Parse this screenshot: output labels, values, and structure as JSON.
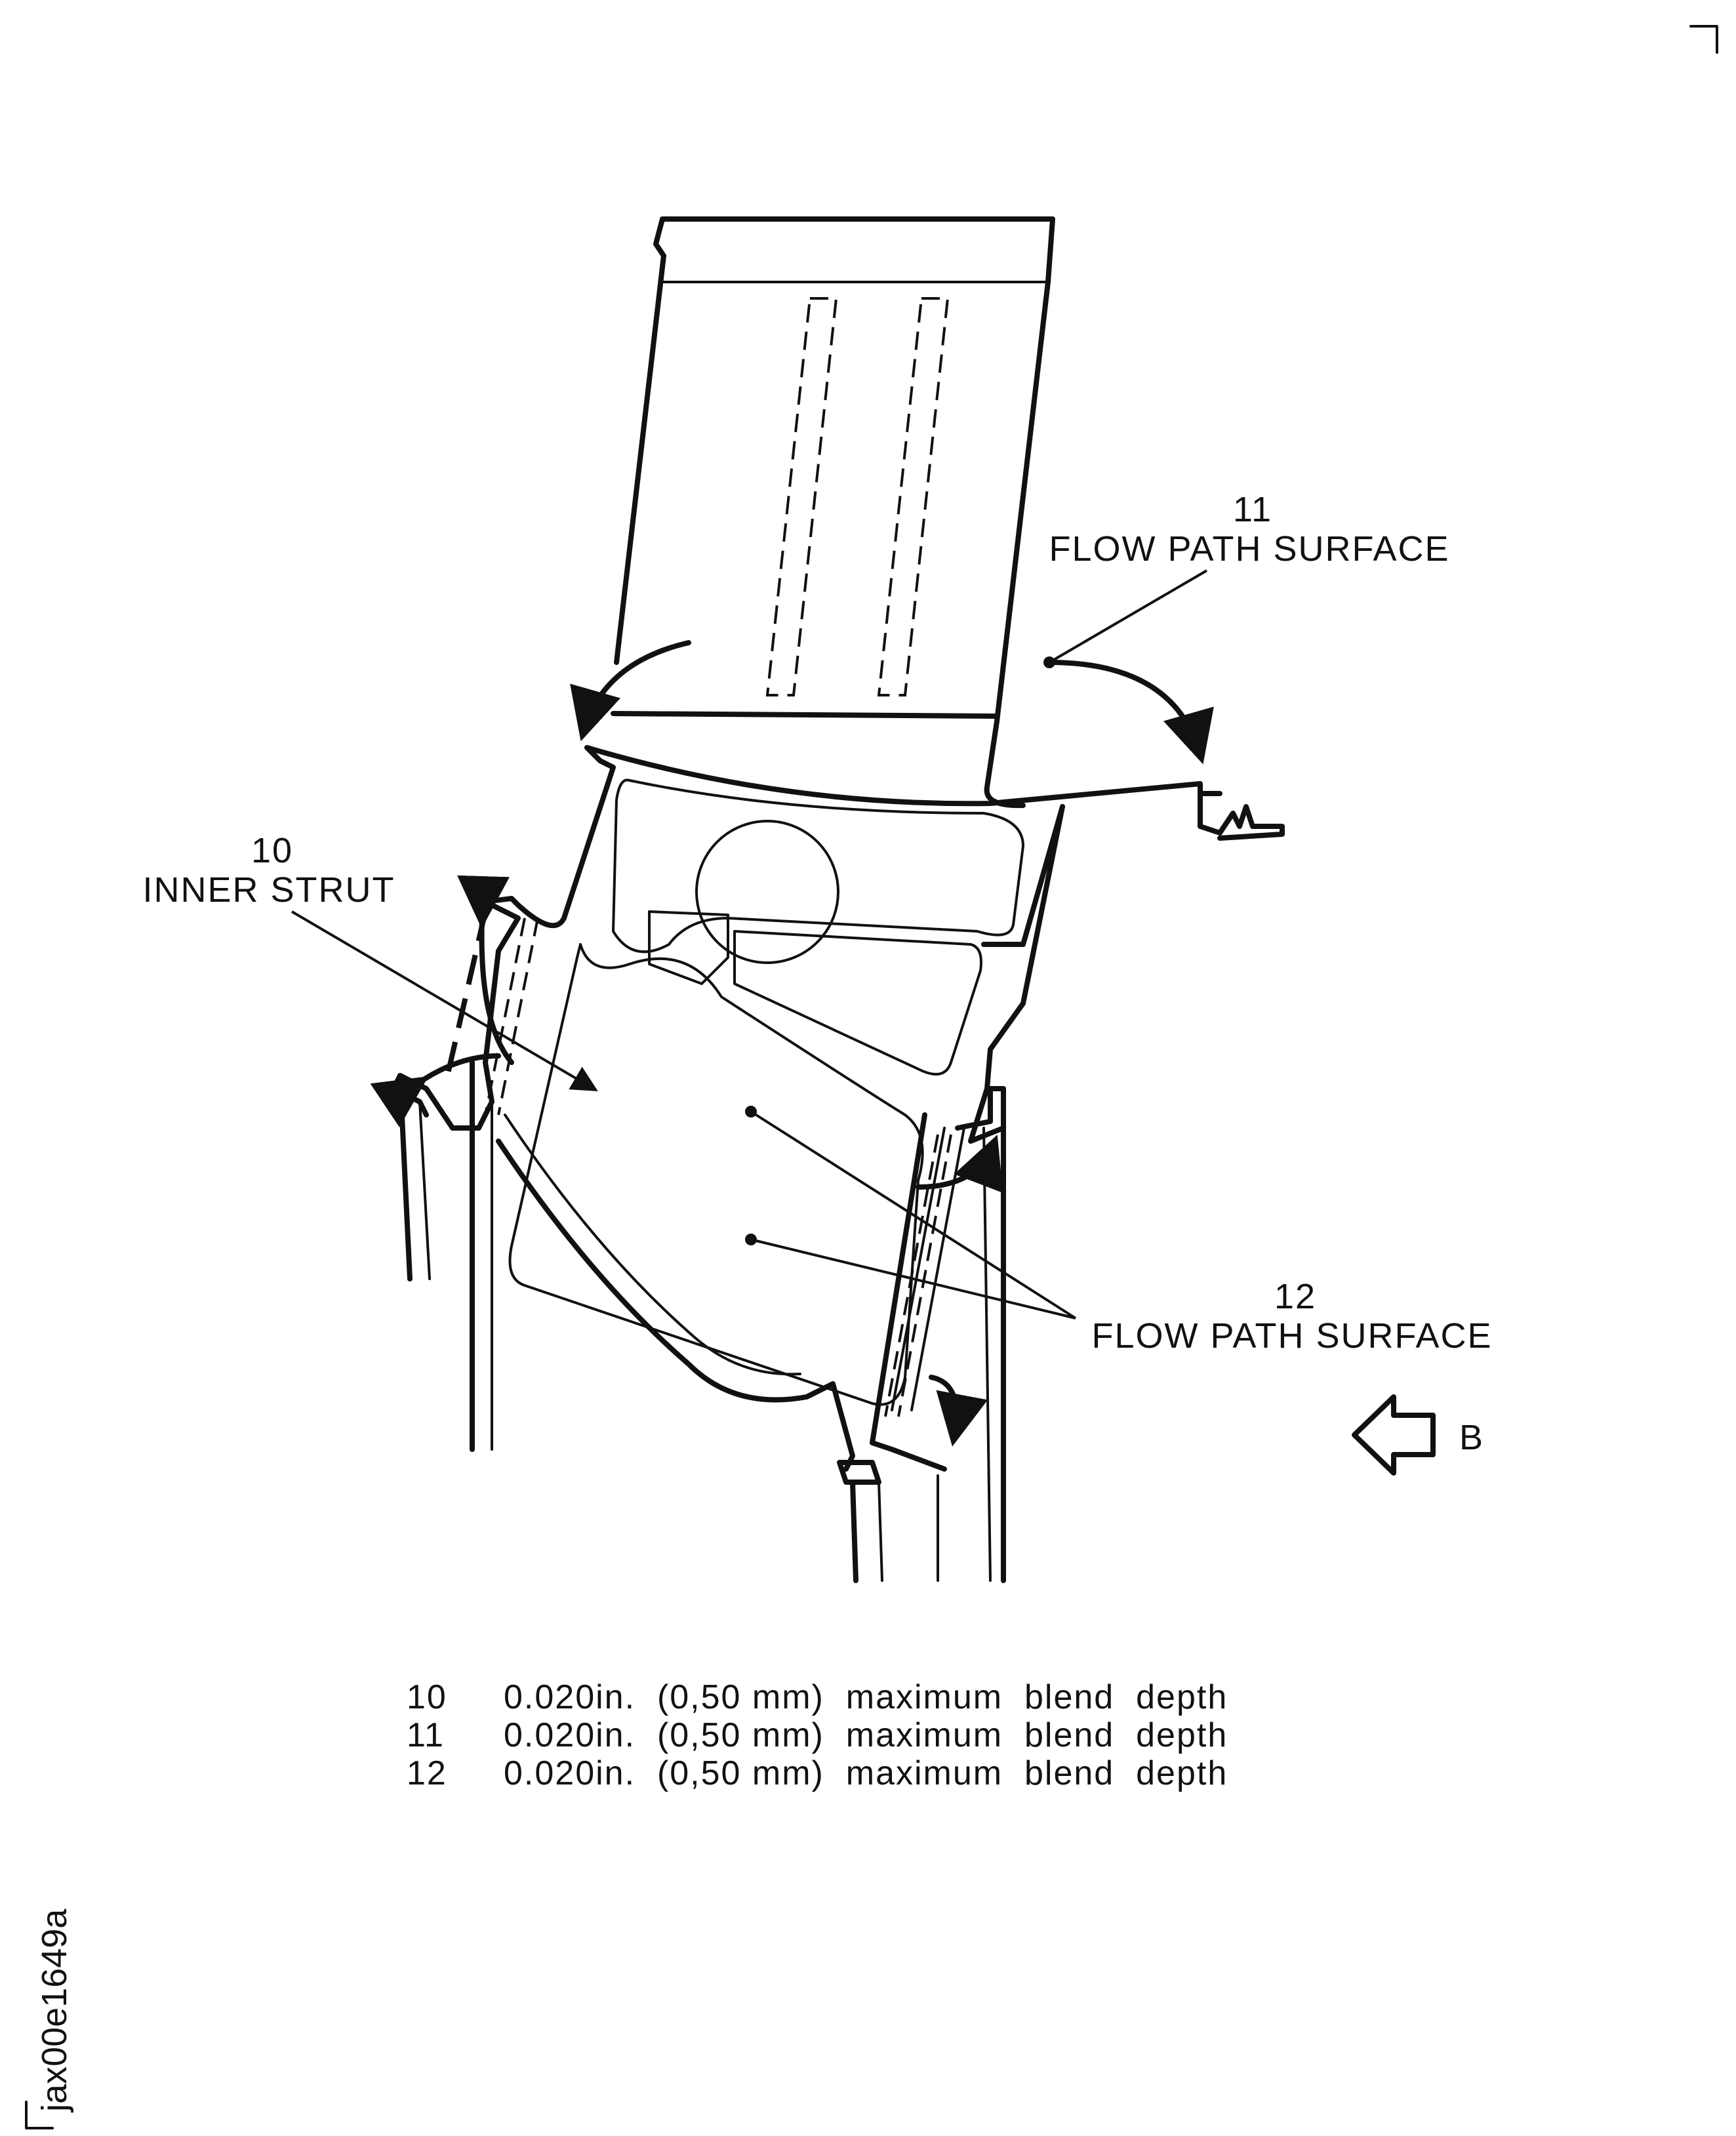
{
  "callouts": [
    {
      "number": "11",
      "text": "FLOW PATH SURFACE"
    },
    {
      "number": "10",
      "text": "INNER STRUT"
    },
    {
      "number": "12",
      "text": "FLOW PATH SURFACE"
    }
  ],
  "view_arrow": {
    "letter": "B"
  },
  "legend": [
    {
      "item": "10",
      "text": "0.020in.  (0,50 mm)  maximum  blend  depth"
    },
    {
      "item": "11",
      "text": "0.020in.  (0,50 mm)  maximum  blend  depth"
    },
    {
      "item": "12",
      "text": "0.020in.  (0,50 mm)  maximum  blend  depth"
    }
  ],
  "figure_id": "jax00e1649a"
}
